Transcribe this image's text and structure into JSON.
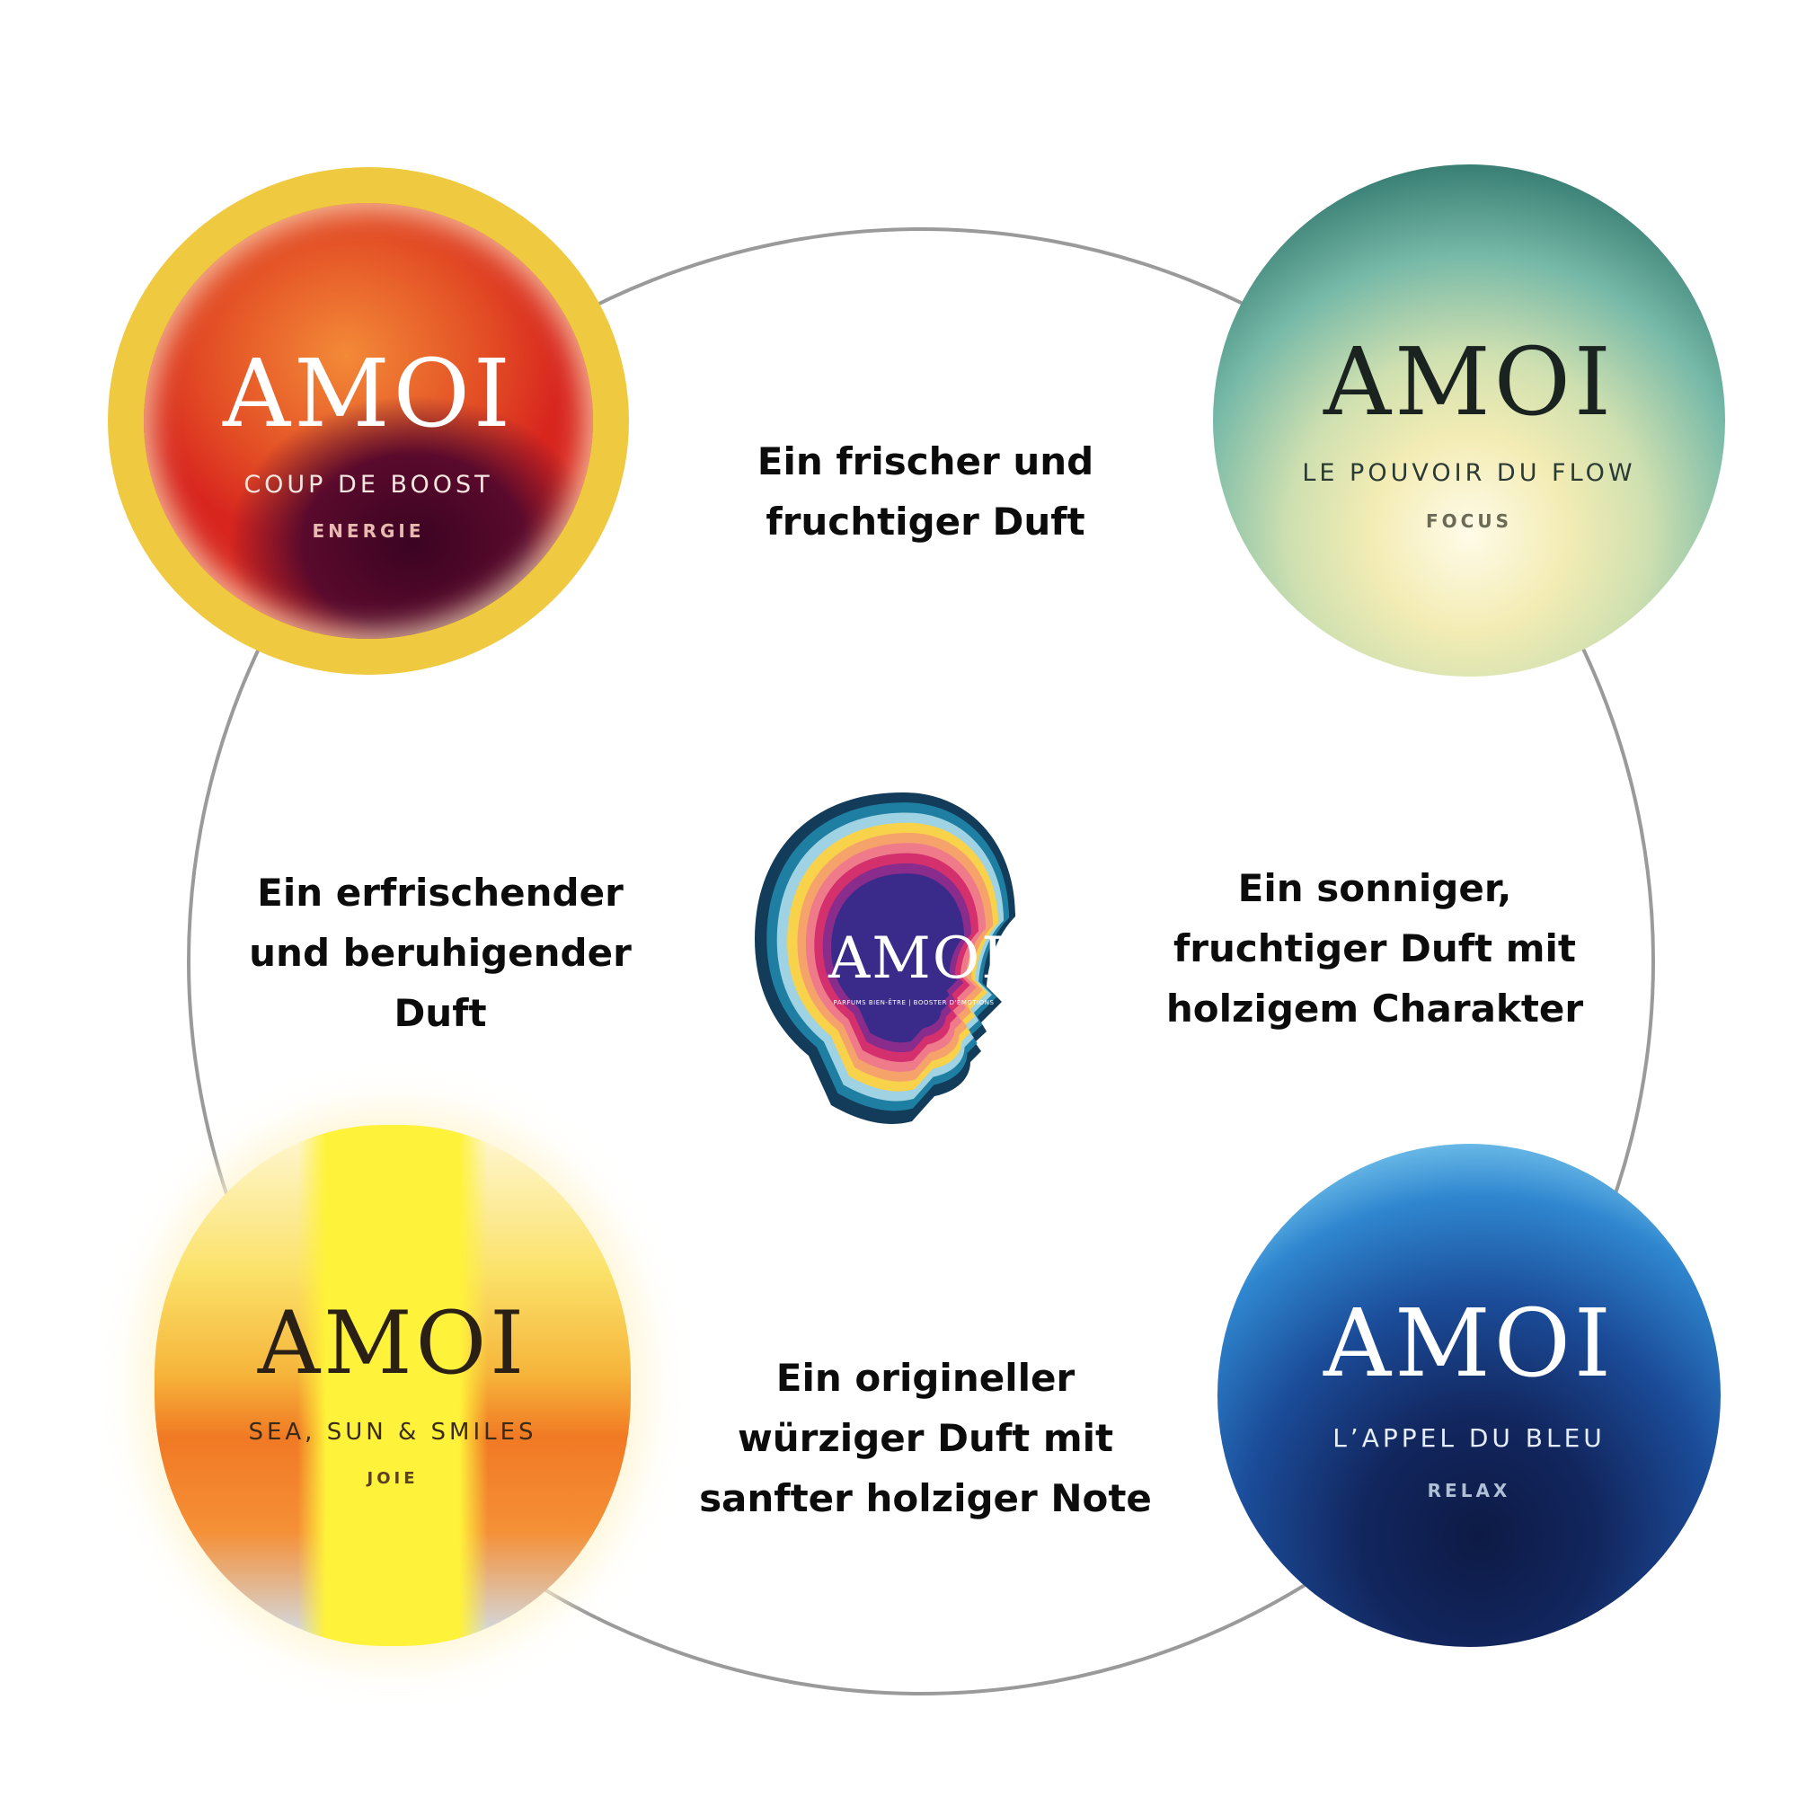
{
  "brand": "AMOI",
  "products": [
    {
      "id": "boost",
      "brand": "AMOI",
      "line": "COUP DE BOOST",
      "mood": "ENERGIE",
      "accent": "#efc940"
    },
    {
      "id": "flow",
      "brand": "AMOI",
      "line": "LE POUVOIR DU FLOW",
      "mood": "FOCUS",
      "accent": "#76b9a8"
    },
    {
      "id": "sun",
      "brand": "AMOI",
      "line": "SEA, SUN & SMILES",
      "mood": "JOIE",
      "accent": "#f17924"
    },
    {
      "id": "bleu",
      "brand": "AMOI",
      "line": "L’APPEL DU BLEU",
      "mood": "RELAX",
      "accent": "#1b4c99"
    }
  ],
  "center_logo": {
    "brand": "AMOI",
    "tagline": "PARFUMS BIEN-ÊTRE | BOOSTER D'ÉMOTIONS",
    "icon": "head-silhouette-icon"
  },
  "descriptions": {
    "top": "Ein frischer und\nfruchtiger Duft",
    "left": "Ein erfrischender\nund beruhigender\nDuft",
    "right": "Ein sonniger,\nfruchtiger Duft mit\nholzigem Charakter",
    "bottom": "Ein origineller\nwürziger Duft mit\nsanfter holziger Note"
  },
  "colors": {
    "ring": "#9a9a9a",
    "text": "#0c0c0c"
  }
}
